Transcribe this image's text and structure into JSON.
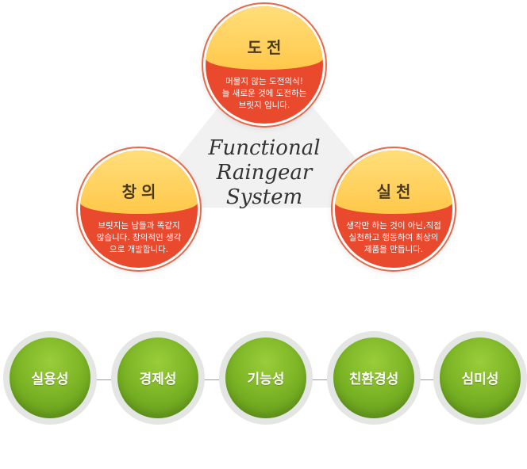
{
  "values": [
    {
      "title": "도전",
      "desc": "머물지 않는 도전의식!\n늘 새로운 것에 도전하는\n브릿지 입니다."
    },
    {
      "title": "창의",
      "desc": "브릿지는 남들과 똑같지\n않습니다. 창의적인 생각\n으로 개발합니다."
    },
    {
      "title": "실천",
      "desc": "생각만 하는 것이 아닌,직접\n실천하고 행동하여 최상의\n제품을 만듭니다."
    }
  ],
  "center_text": "Functional\nRaingear\nSystem",
  "attributes": [
    "실용성",
    "경제성",
    "기능성",
    "친환경성",
    "심미성"
  ],
  "colors": {
    "value_circle": "#e9492c",
    "value_cap": "#ffd35f",
    "attribute_circle": "#77b123",
    "triangle": "#f1f1f1"
  }
}
